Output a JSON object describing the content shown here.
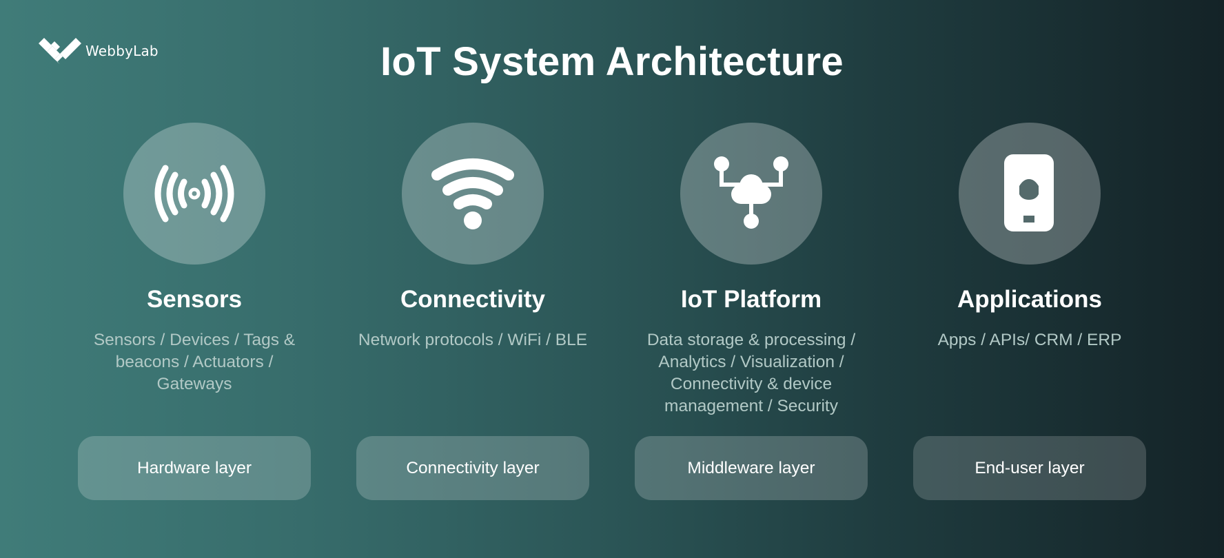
{
  "brand": {
    "logo_text": "WebbyLab",
    "logo_icon": "webbylab-logo-icon"
  },
  "title": "IoT System Architecture",
  "colors": {
    "bg_left": "#407c79",
    "bg_mid": "#2b5556",
    "bg_right": "#142327",
    "text_primary": "#ffffff",
    "text_secondary": "#b2c9c6"
  },
  "columns": [
    {
      "icon": "broadcast-signal-icon",
      "heading": "Sensors",
      "description": "Sensors / Devices / Tags & beacons / Actuators / Gateways",
      "layer": "Hardware layer"
    },
    {
      "icon": "wifi-icon",
      "heading": "Connectivity",
      "description": "Network protocols / WiFi / BLE",
      "layer": "Connectivity layer"
    },
    {
      "icon": "cloud-network-icon",
      "heading": "IoT Platform",
      "description": "Data storage & processing / Analytics / Visualization / Connectivity & device management / Security",
      "layer": "Middleware layer"
    },
    {
      "icon": "smartphone-app-icon",
      "heading": "Applications",
      "description": "Apps / APIs/ CRM / ERP",
      "layer": "End-user layer"
    }
  ]
}
